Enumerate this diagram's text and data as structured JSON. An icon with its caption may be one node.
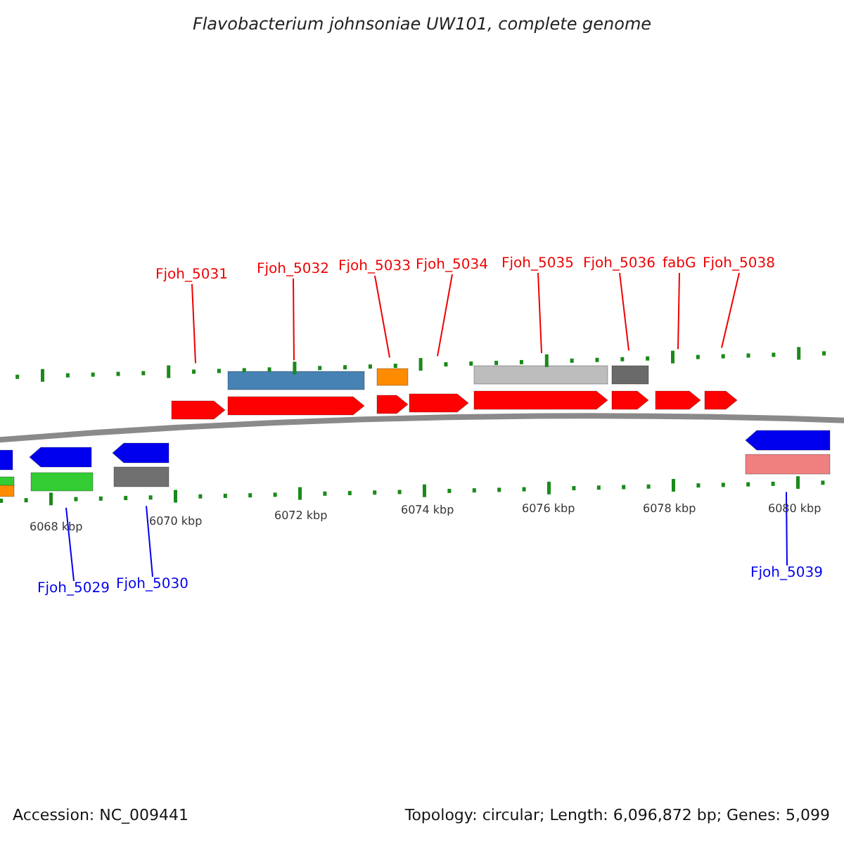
{
  "diagram": {
    "title": "Flavobacterium johnsoniae UW101, complete genome",
    "nodes": [
      {
        "text": [
          "Fjoh_5031"
        ]
      },
      {
        "text": [
          "Fjoh_5032"
        ]
      },
      {
        "text": [
          "Fjoh_5033"
        ]
      },
      {
        "text": [
          "Fjoh_5034"
        ]
      },
      {
        "text": [
          "Fjoh_5035"
        ]
      },
      {
        "text": [
          "Fjoh_5036"
        ]
      },
      {
        "text": [
          "fabG"
        ]
      },
      {
        "text": [
          "Fjoh_5038"
        ]
      },
      {
        "text": [
          "Fjoh_5029"
        ]
      },
      {
        "text": [
          "Fjoh_5030"
        ]
      },
      {
        "text": [
          "Fjoh_5039"
        ]
      },
      {
        "text": [],
        "shape": "scale"
      },
      {
        "text": [],
        "shape": "scale"
      }
    ],
    "edges": [
      {
        "from": 0,
        "to": 11,
        "arrow": "none"
      },
      {
        "from": 1,
        "to": 11,
        "arrow": "none"
      },
      {
        "from": 2,
        "to": 11,
        "arrow": "none"
      },
      {
        "from": 3,
        "to": 11,
        "arrow": "none"
      },
      {
        "from": 4,
        "to": 11,
        "arrow": "none"
      },
      {
        "from": 5,
        "to": 11,
        "arrow": "none"
      },
      {
        "from": 6,
        "to": 11,
        "arrow": "none"
      },
      {
        "from": 7,
        "to": 11,
        "arrow": "none"
      },
      {
        "from": 8,
        "to": 12,
        "arrow": "none",
        "color": "#0000ee"
      },
      {
        "from": 9,
        "to": 12,
        "arrow": "none",
        "color": "#0000ee"
      },
      {
        "from": 10,
        "to": 12,
        "arrow": "none",
        "color": "#0000ee"
      }
    ],
    "labels": [
      "6068 kbp",
      "6070 kbp",
      "6072 kbp",
      "6074 kbp",
      "6076 kbp",
      "6078 kbp",
      "6080 kbp",
      "Accession: NC_009441",
      "Topology: circular; Length: 6,096,872 bp; Genes: 5,099"
    ]
  }
}
